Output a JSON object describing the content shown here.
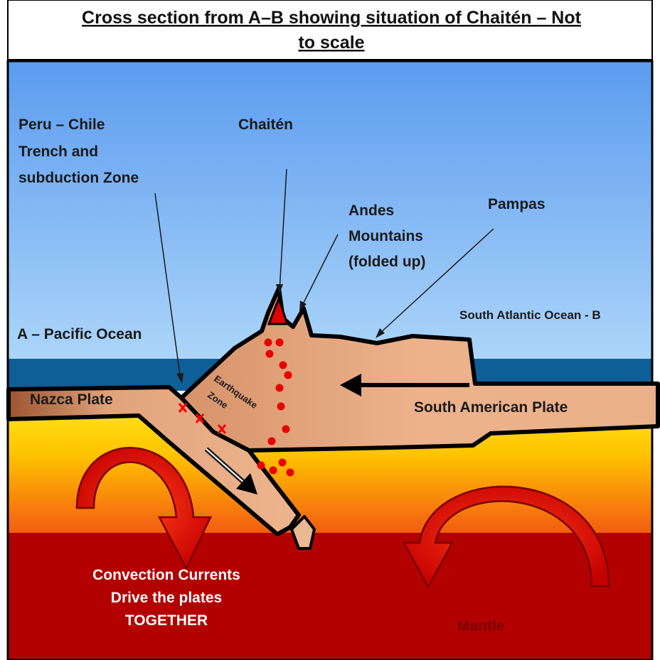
{
  "title": {
    "line1": "Cross section from A–B showing situation of Chaitén – Not",
    "line2": "to scale"
  },
  "labels": {
    "trench": [
      "Peru – Chile",
      "Trench and",
      "subduction Zone"
    ],
    "chaiten": "Chaitén",
    "andes": [
      "Andes",
      "Mountains",
      "(folded up)"
    ],
    "pampas": "Pampas",
    "pacific": "A – Pacific Ocean",
    "atlantic": "South Atlantic Ocean - B",
    "nazca": "Nazca Plate",
    "south_american": "South American Plate",
    "earthquake": [
      "Earthquake",
      "Zone"
    ],
    "convection": [
      "Convection Currents",
      "Drive the plates",
      "TOGETHER"
    ],
    "mantle": "Mantle"
  },
  "colors": {
    "sky_top": "#5B9BEF",
    "sky_bottom": "#A9D4F8",
    "ocean": "#0E5E97",
    "plate_fill": "#E8AC86",
    "plate_dark": "#B06A42",
    "mantle_dark": "#B30000",
    "mantle_yellow": "#FFD700",
    "arrow_red": "#D10000",
    "magma_dot": "#E80000",
    "mantle_label": "#7A0000"
  }
}
